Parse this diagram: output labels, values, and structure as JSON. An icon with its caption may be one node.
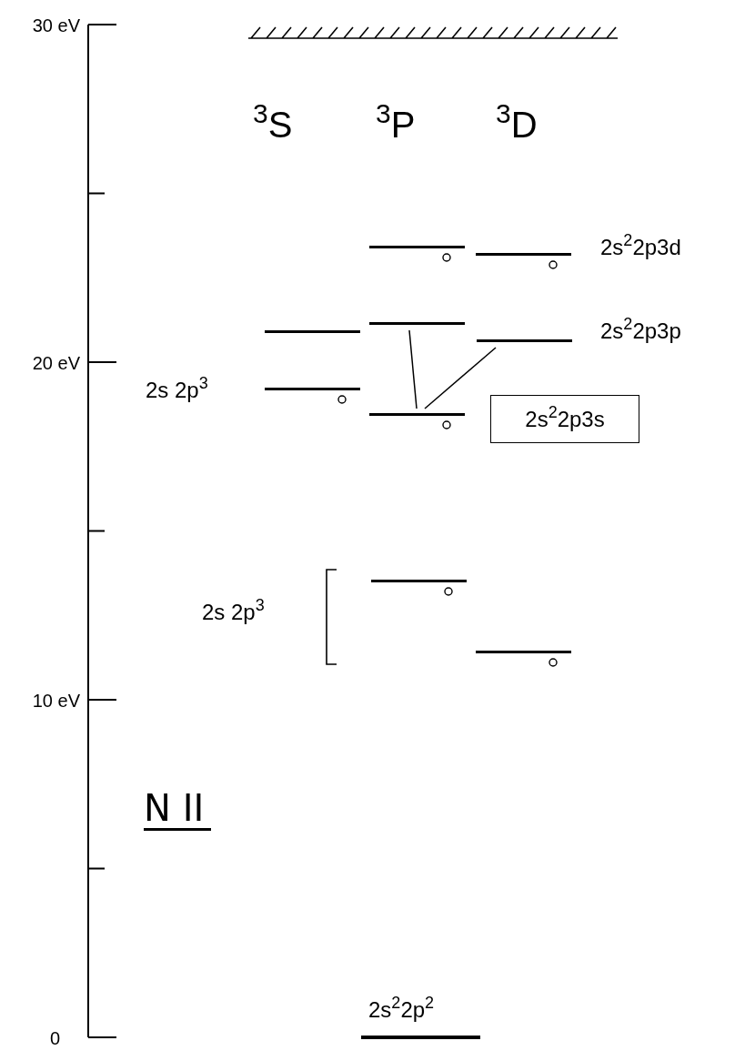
{
  "diagram": {
    "nodes": [
      {
        "text": [],
        "shape": "bar"
      },
      {
        "text": [],
        "shape": "bar"
      },
      {
        "text": [],
        "shape": "bar"
      },
      {
        "text": [],
        "shape": "bar"
      },
      {
        "text": [],
        "shape": "bar"
      },
      {
        "text": [],
        "shape": "bar"
      },
      {
        "text": [],
        "shape": "bar"
      },
      {
        "text": [
          "2s$^{2}$2p3s"
        ]
      },
      {
        "text": [],
        "shape": "bar"
      },
      {
        "text": [],
        "shape": "bar"
      },
      {
        "text": [],
        "shape": "bar"
      }
    ],
    "edges": [
      {
        "from": 3,
        "to": 6,
        "arrow": "none"
      },
      {
        "from": 4,
        "to": 6,
        "arrow": "none"
      }
    ],
    "labels": [
      "30 eV",
      "$^{3}$S",
      "$^{3}$P",
      "$^{3}$D",
      "2s$^{2}$2p3d",
      "2s$^{2}$2p3p",
      "20 eV",
      "2s 2p$^{3}$",
      "2s 2p$^{3}$",
      "10 eV",
      "N II",
      "2s$^{2}$2p$^{2}$",
      "0"
    ]
  }
}
